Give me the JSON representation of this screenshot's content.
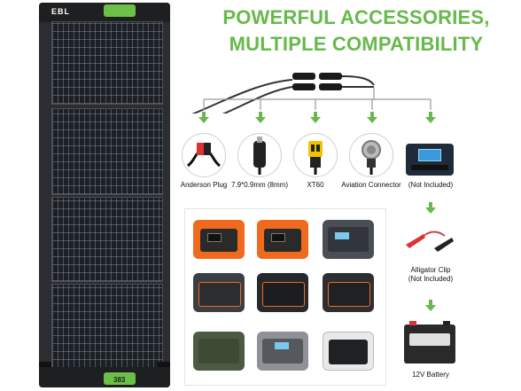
{
  "panel": {
    "brand": "EBL",
    "model": "383"
  },
  "headline": {
    "line1": "POWERFUL ACCESSORIES,",
    "line2": "MULTIPLE COMPATIBILITY"
  },
  "connectors": [
    {
      "label": "Anderson Plug",
      "icon": "anderson-plug-icon"
    },
    {
      "label": "7.9*0.9mm (8mm)",
      "icon": "dc-plug-icon"
    },
    {
      "label": "XT60",
      "icon": "xt60-connector-icon"
    },
    {
      "label": "Aviation Connector",
      "icon": "aviation-connector-icon"
    }
  ],
  "controller": {
    "label": "(Not Included)",
    "icon": "charge-controller-icon"
  },
  "alligator": {
    "label_1": "Alligator Clip",
    "label_2": "(Not Included)",
    "icon": "alligator-clip-icon"
  },
  "battery": {
    "label": "12V Battery",
    "icon": "battery-icon"
  },
  "colors": {
    "accent": "#67b94c",
    "panel": "#2b2d30",
    "orange": "#f06a1d"
  }
}
